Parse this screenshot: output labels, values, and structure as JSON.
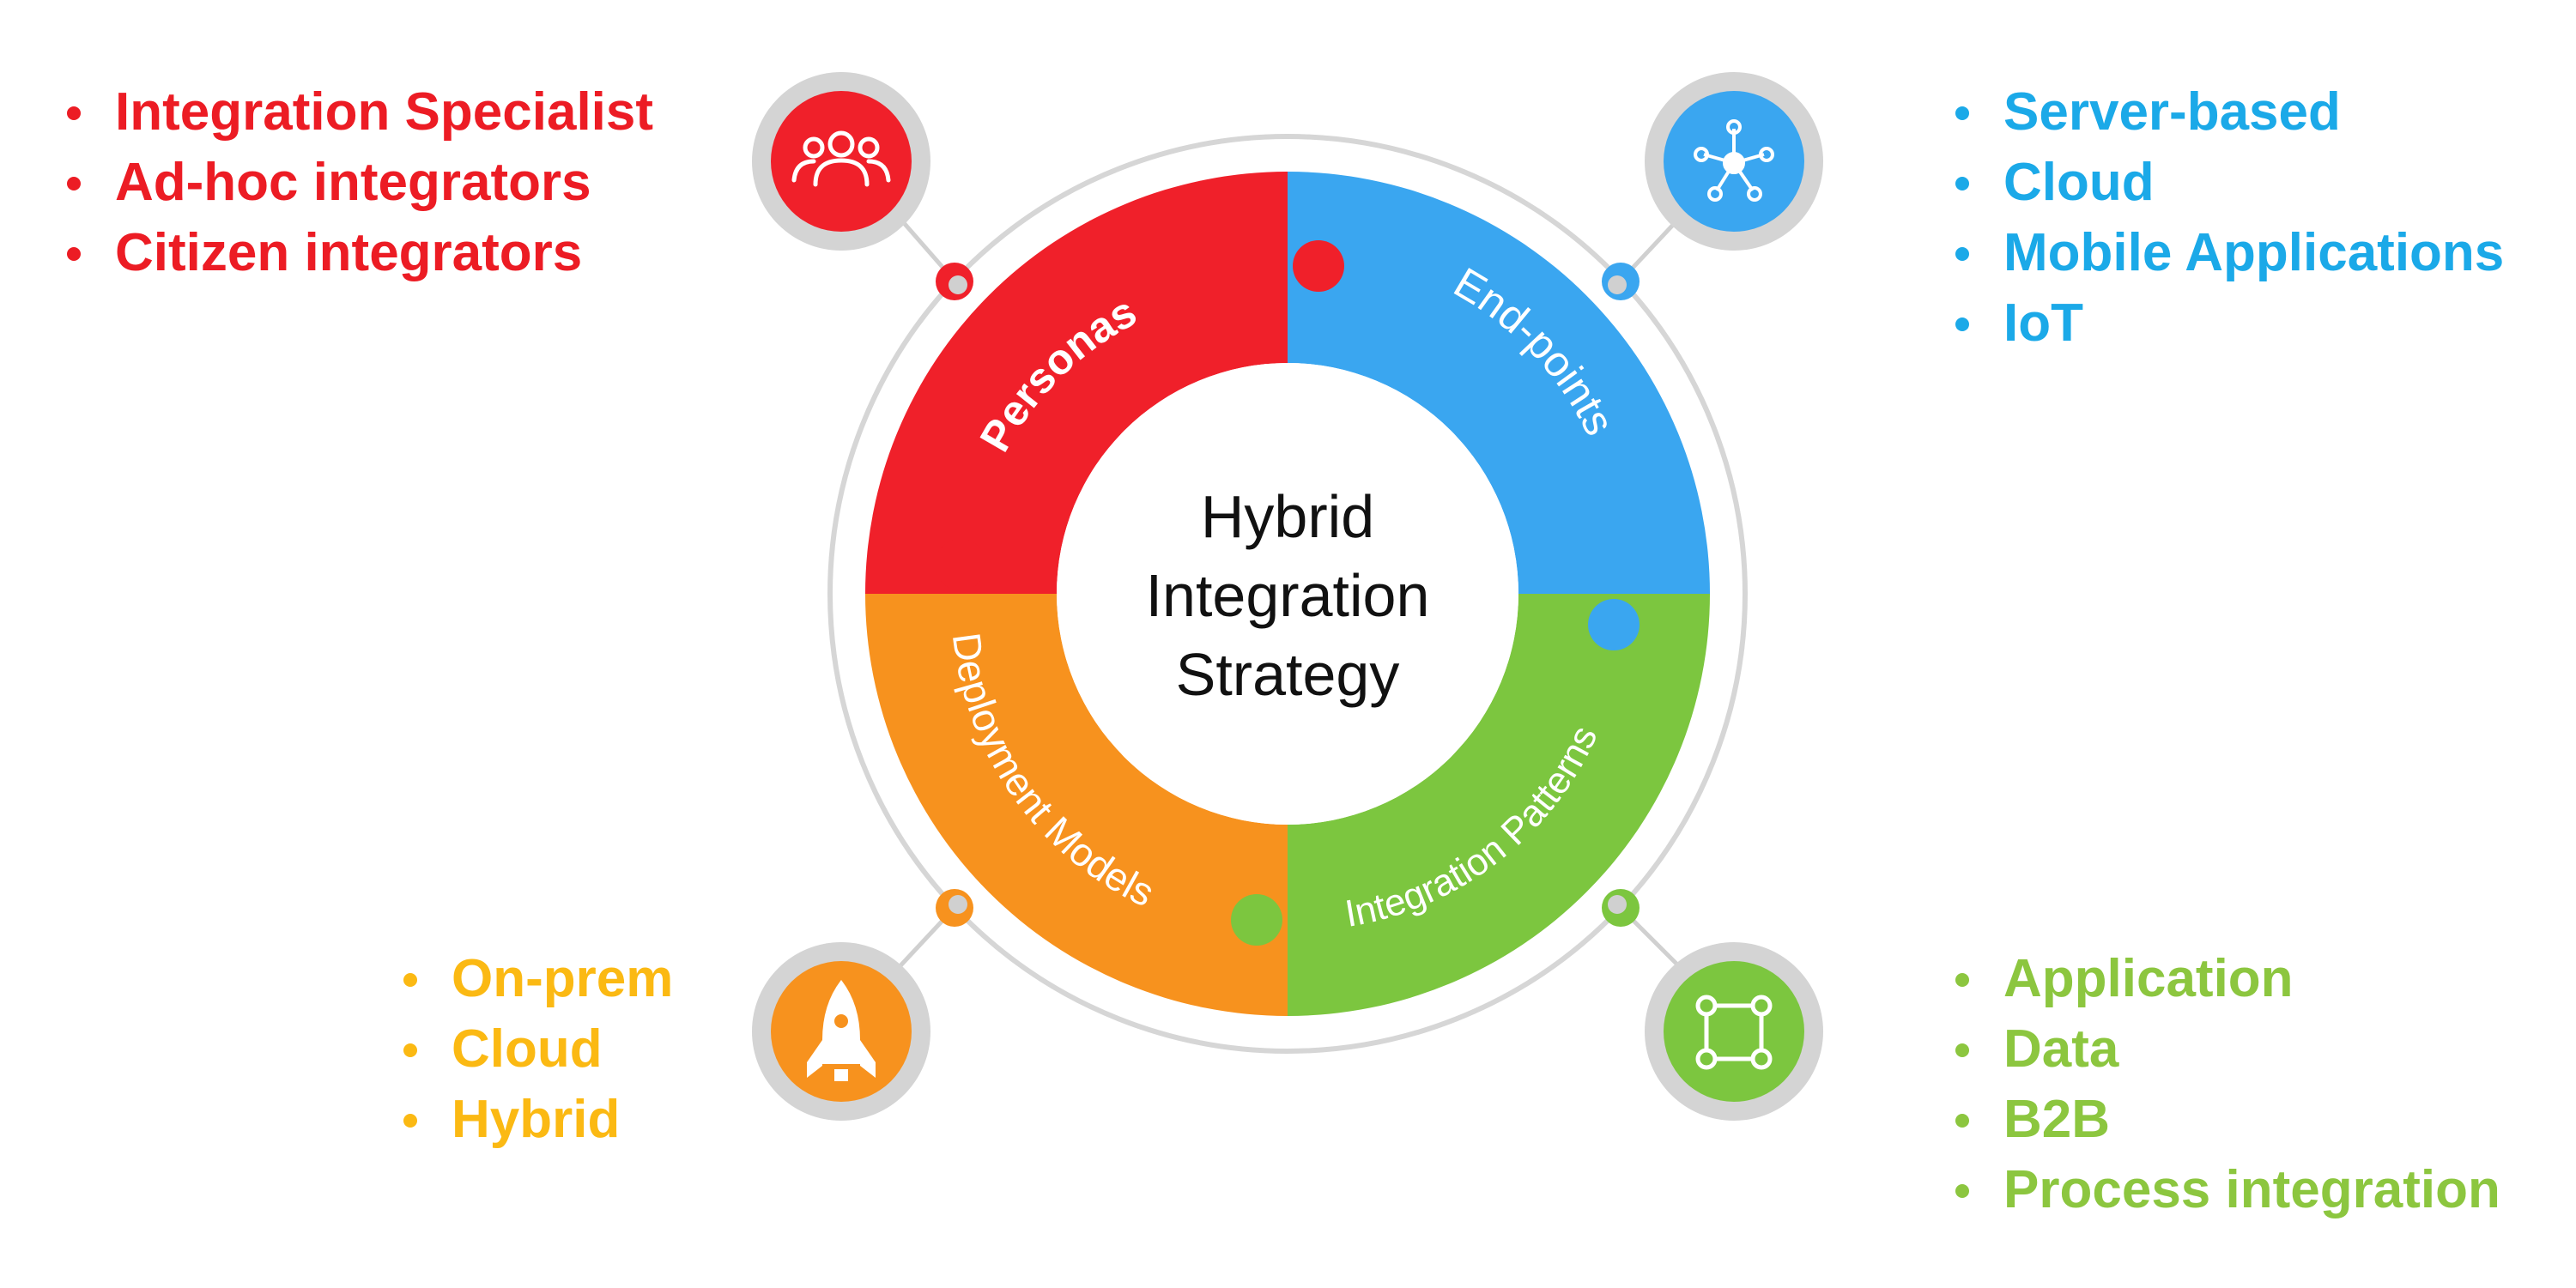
{
  "center": {
    "line1": "Hybrid",
    "line2": "Integration",
    "line3": "Strategy"
  },
  "colors": {
    "red": "#f0202a",
    "blue": "#3aa6f0",
    "green": "#7cc63f",
    "orange": "#f7921e",
    "red_text": "#ec1c24",
    "blue_text": "#1ba9e8",
    "green_text": "#8cc63f",
    "yellow_text": "#fbb913",
    "ring_gray": "#d0d0d0"
  },
  "segments": {
    "personas": {
      "label": "Personas",
      "icon": "people-group-icon"
    },
    "endpoints": {
      "label": "End-points",
      "icon": "network-hub-icon"
    },
    "patterns": {
      "label": "Integration Patterns",
      "icon": "workflow-nodes-icon"
    },
    "deployment": {
      "label": "Deployment Models",
      "icon": "rocket-icon"
    }
  },
  "lists": {
    "personas": [
      "Integration Specialist",
      "Ad-hoc integrators",
      "Citizen integrators"
    ],
    "endpoints": [
      "Server-based",
      "Cloud",
      "Mobile Applications",
      "IoT"
    ],
    "deployment": [
      "On-prem",
      "Cloud",
      "Hybrid"
    ],
    "patterns": [
      "Application",
      "Data",
      "B2B",
      "Process integration"
    ]
  }
}
